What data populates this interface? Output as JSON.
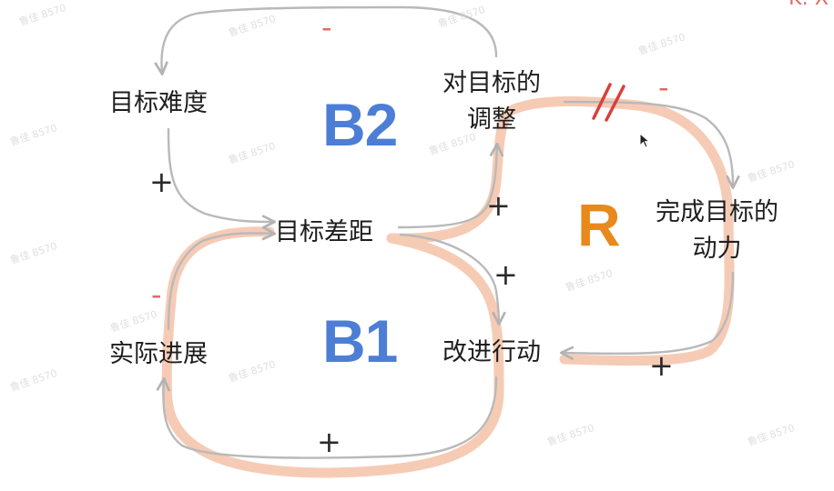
{
  "corner_text": "K: X",
  "colors": {
    "arrow_gray": "#b9b9b9",
    "highlight": "#f5c2a8",
    "loop_blue": "#4d7ed6",
    "loop_orange": "#e8891c",
    "minus_red": "#e06a6a",
    "delay_red": "#d9403a",
    "plus_black": "#2a2a2a"
  },
  "nodes": {
    "difficulty": "目标难度",
    "gap": "目标差距",
    "progress": "实际进展",
    "action": "改进行动",
    "adjust_line1": "对目标的",
    "adjust_line2": "调整",
    "motivation_line1": "完成目标的",
    "motivation_line2": "动力"
  },
  "loops": {
    "b2": "B2",
    "b1": "B1",
    "r": "R"
  },
  "signs": {
    "top_arc": "-",
    "difficulty_to_gap": "+",
    "gap_to_adjust": "+",
    "gap_to_action": "+",
    "progress_to_gap": "-",
    "action_to_progress": "+",
    "adjust_to_motivation": "-",
    "motivation_to_action": "+"
  },
  "watermark": "鲁佳 8570",
  "cursor": "pointer-cursor-icon"
}
